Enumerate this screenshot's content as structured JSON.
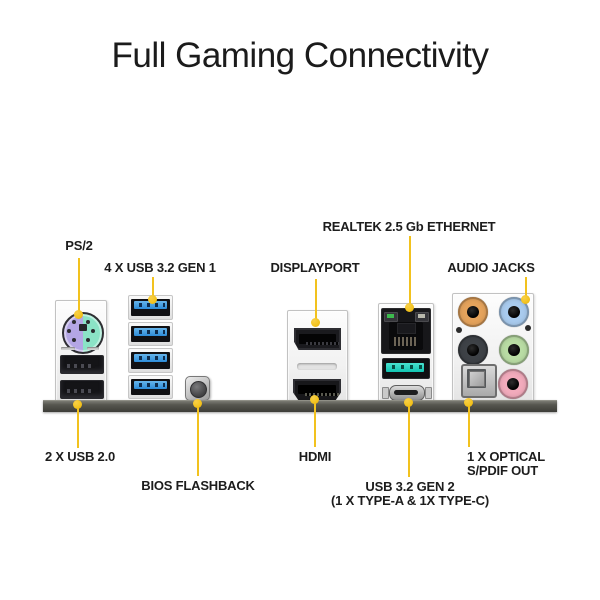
{
  "title": "Full Gaming Connectivity",
  "labels": {
    "ps2": "PS/2",
    "usb32gen1": "4 X USB 3.2 GEN 1",
    "displayport": "DISPLAYPORT",
    "ethernet": "REALTEK 2.5 Gb ETHERNET",
    "audio_jacks": "AUDIO JACKS",
    "usb20": "2 X USB 2.0",
    "bios_flashback": "BIOS FLASHBACK",
    "hdmi": "HDMI",
    "usb32gen2_line1": "USB 3.2 GEN 2",
    "usb32gen2_line2": "(1 X TYPE-A & 1X TYPE-C)",
    "optical_line1": "1 X OPTICAL",
    "optical_line2": "S/PDIF OUT"
  },
  "ports": [
    {
      "name": "ps2-combo-port",
      "colors": [
        "purple",
        "green"
      ]
    },
    {
      "name": "usb-2.0-type-a",
      "count": 2,
      "color": "black"
    },
    {
      "name": "usb-3.2-gen1-type-a",
      "count": 4,
      "color": "blue"
    },
    {
      "name": "bios-flashback-button"
    },
    {
      "name": "displayport"
    },
    {
      "name": "hdmi"
    },
    {
      "name": "rj45-ethernet",
      "led_left": "green",
      "led_right": "off"
    },
    {
      "name": "usb-3.2-gen2-type-a",
      "color": "teal"
    },
    {
      "name": "usb-3.2-gen2-type-c"
    },
    {
      "name": "audio-jack-line-in",
      "color": "orange"
    },
    {
      "name": "audio-jack-line-out",
      "color": "light-blue"
    },
    {
      "name": "audio-jack-mic",
      "color": "black"
    },
    {
      "name": "audio-jack-surround",
      "color": "light-green"
    },
    {
      "name": "audio-jack-bass",
      "color": "pink"
    },
    {
      "name": "optical-spdif-out",
      "color": "gray"
    }
  ],
  "colors": {
    "accent_yellow": "#F2C21E",
    "usb3_blue": "#2D8CD8",
    "usb_gen2_teal": "#12C4B2",
    "ps2_purple": "#B4A6E4",
    "ps2_green": "#8BE3C6",
    "jack_orange": "#E5A35C",
    "jack_blue": "#A9CBEE",
    "jack_black": "#3E4247",
    "jack_green": "#B9DCA4",
    "jack_pink": "#F2ABBC",
    "led_green": "#3DBB4E",
    "bar_dark": "#46463F"
  }
}
